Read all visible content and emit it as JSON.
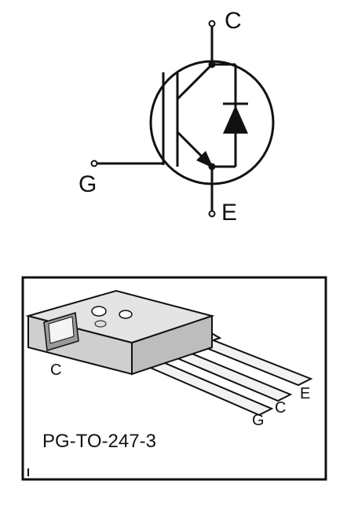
{
  "symbol": {
    "collector_label": "C",
    "gate_label": "G",
    "emitter_label": "E"
  },
  "package": {
    "tab_label": "C",
    "pin_gate_label": "G",
    "pin_collector_label": "C",
    "pin_emitter_label": "E",
    "name": "PG-TO-247-3"
  },
  "colors": {
    "ink": "#111111",
    "body": "#d6d6d6",
    "frame": "#111111"
  }
}
